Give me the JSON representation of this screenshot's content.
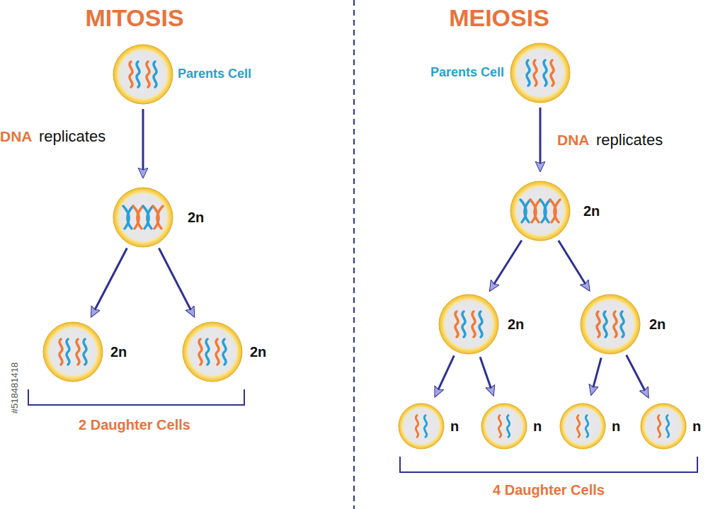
{
  "diagram": {
    "nodes": [
      {
        "text": [
          "Parents Cell"
        ]
      },
      {
        "text": [
          "2n"
        ]
      },
      {
        "text": [
          "2n"
        ]
      },
      {
        "text": [
          "2n"
        ]
      },
      {
        "text": [
          "Parents Cell"
        ]
      },
      {
        "text": [
          "2n"
        ]
      },
      {
        "text": [
          "2n"
        ]
      },
      {
        "text": [
          "2n"
        ]
      },
      {
        "text": [
          "n"
        ]
      },
      {
        "text": [
          "n"
        ]
      },
      {
        "text": [
          "n"
        ]
      },
      {
        "text": [
          "n"
        ]
      }
    ],
    "edges": [
      {
        "from": 0,
        "to": 1,
        "arrow": "to"
      },
      {
        "from": 1,
        "to": 2,
        "arrow": "to"
      },
      {
        "from": 1,
        "to": 3,
        "arrow": "to"
      },
      {
        "from": 4,
        "to": 5,
        "arrow": "to"
      },
      {
        "from": 5,
        "to": 6,
        "arrow": "to"
      },
      {
        "from": 5,
        "to": 7,
        "arrow": "to"
      },
      {
        "from": 6,
        "to": 8,
        "arrow": "to"
      },
      {
        "from": 6,
        "to": 9,
        "arrow": "to"
      },
      {
        "from": 7,
        "to": 10,
        "arrow": "to"
      },
      {
        "from": 7,
        "to": 11,
        "arrow": "to"
      }
    ],
    "labels": [
      "MITOSIS",
      "MEIOSIS",
      "DNA",
      "replicates",
      "DNA",
      "replicates",
      "2 Daughter Cells",
      "4 Daughter Cells",
      "#518481418"
    ]
  }
}
